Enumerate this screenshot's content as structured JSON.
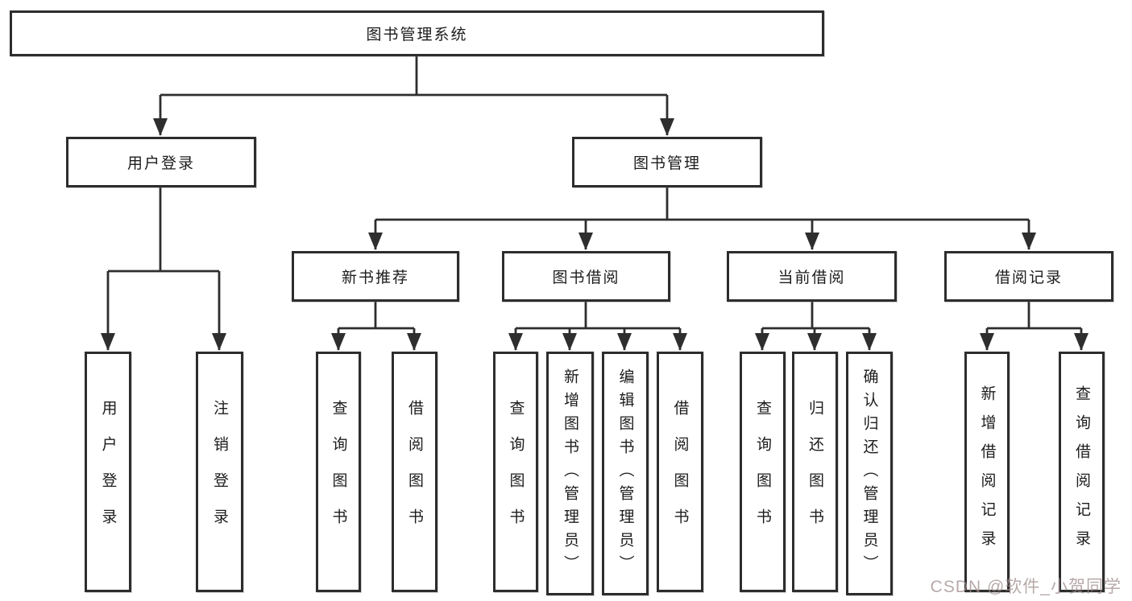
{
  "diagram": {
    "title": "图书管理系统",
    "tree": {
      "root": "图书管理系统",
      "user": {
        "label": "用户登录",
        "children": [
          "用户登录",
          "注销登录"
        ]
      },
      "mgmt": {
        "label": "图书管理",
        "groups": {
          "recommend": {
            "label": "新书推荐",
            "children": [
              "查询图书",
              "借阅图书"
            ]
          },
          "borrow": {
            "label": "图书借阅",
            "children": [
              "查询图书",
              "新增图书（管理员）",
              "编辑图书（管理员）",
              "借阅图书"
            ]
          },
          "current": {
            "label": "当前借阅",
            "children": [
              "查询图书",
              "归还图书",
              "确认归还（管理员）"
            ]
          },
          "records": {
            "label": "借阅记录",
            "children": [
              "新增借阅记录",
              "查询借阅记录"
            ]
          }
        }
      }
    },
    "colors": {
      "line": "#2e2e2e",
      "box_border": "#2d2d2d",
      "text": "#1c1c1c",
      "background": "#ffffff"
    }
  },
  "watermark": {
    "text": "CSDN @软件_小贺同学"
  }
}
